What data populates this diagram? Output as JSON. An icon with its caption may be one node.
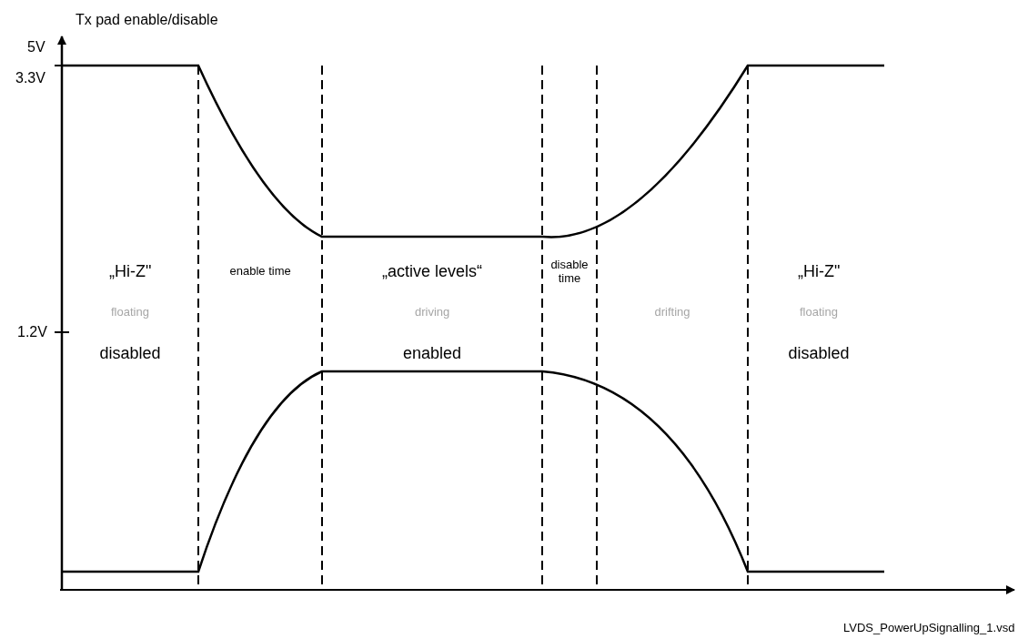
{
  "diagram": {
    "labels": [
      "Tx pad enable/disable",
      "5V",
      "3.3V",
      "„Hi-Z\"",
      "enable time",
      "„active levels“",
      "disable time",
      "„Hi-Z\"",
      "1.2V",
      "floating",
      "driving",
      "drifting",
      "floating",
      "disabled",
      "enabled",
      "disabled",
      "LVDS_PowerUpSignalling_1.vsd"
    ]
  }
}
